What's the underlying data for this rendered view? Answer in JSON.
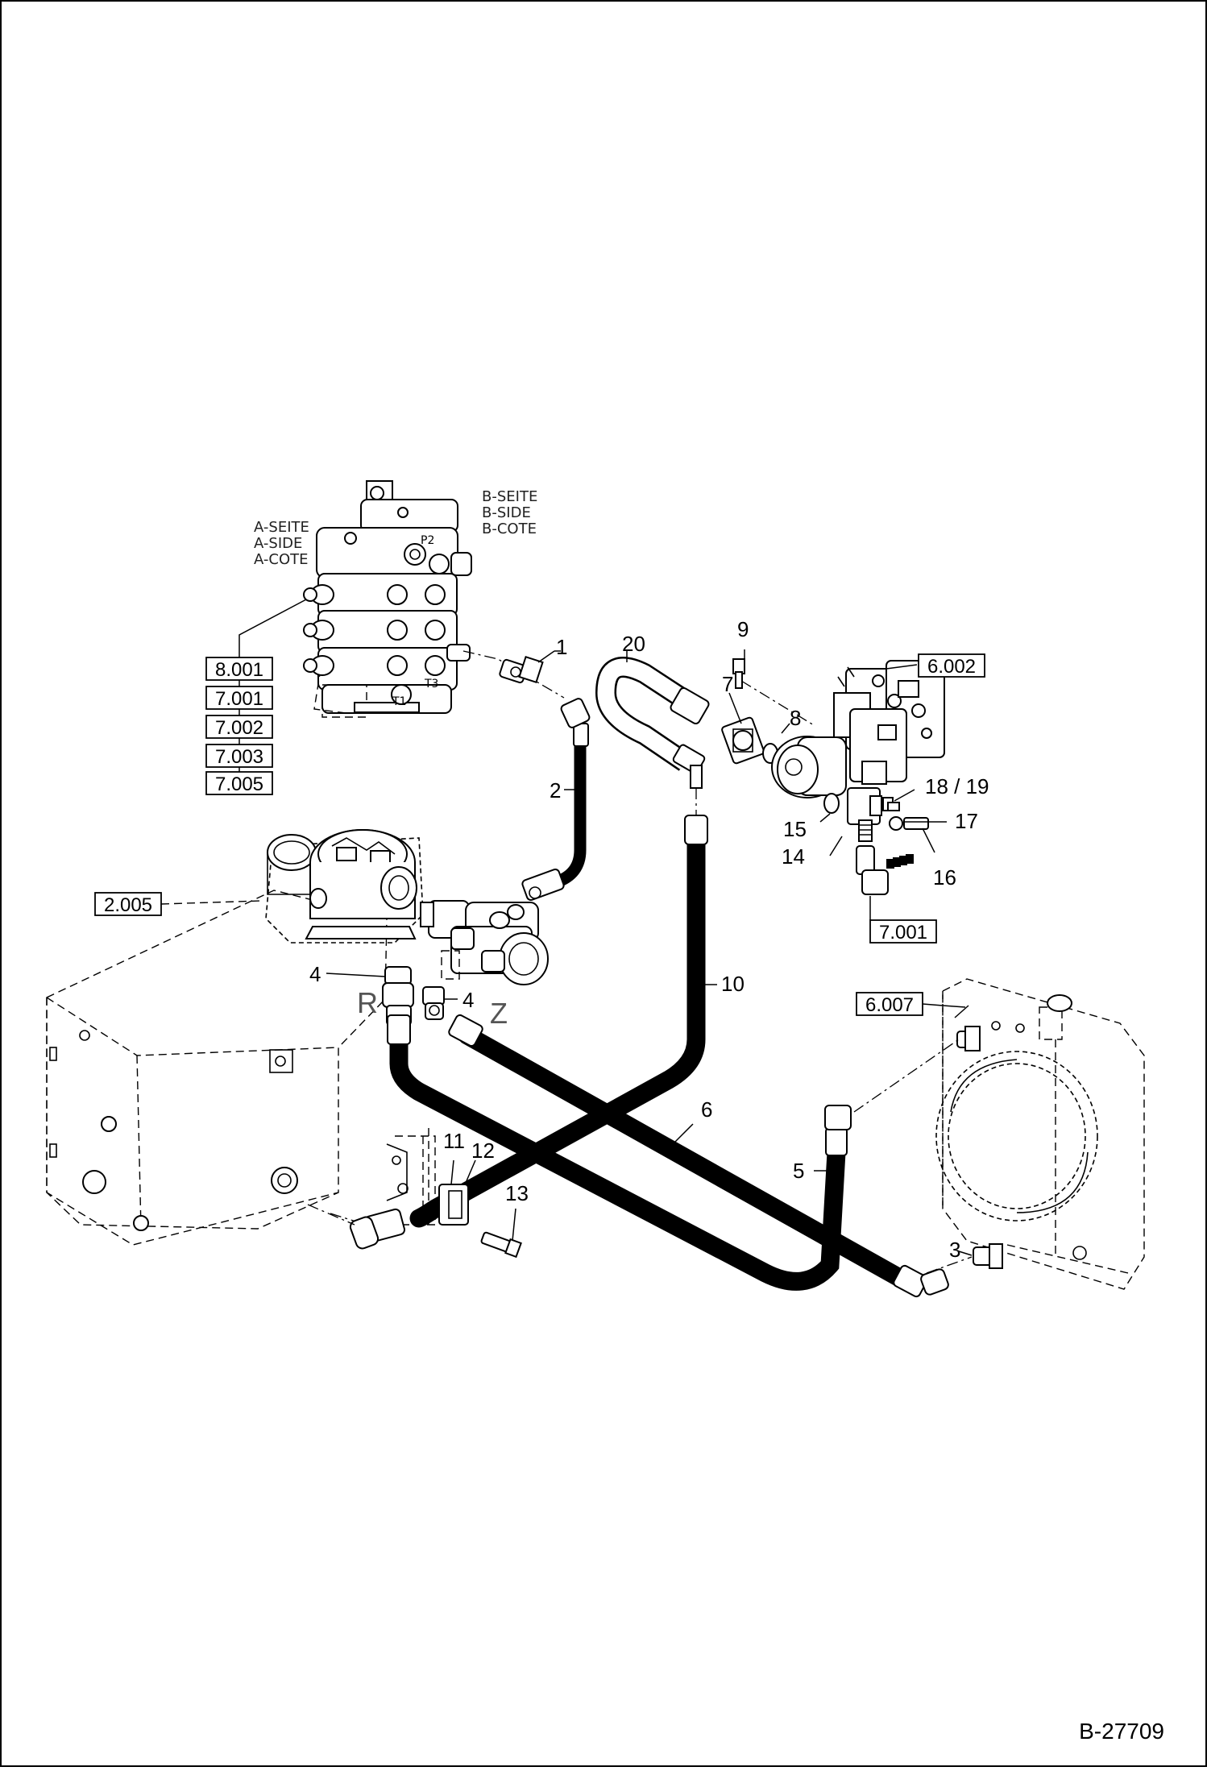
{
  "drawing": {
    "doc_number": "B-27709",
    "side_labels": {
      "a_side": [
        "A-SEITE",
        "A-SIDE",
        "A-COTE"
      ],
      "b_side": [
        "B-SEITE",
        "B-SIDE",
        "B-COTE"
      ]
    },
    "port_labels": {
      "p2": "P2",
      "t1": "T1",
      "t3": "T3"
    },
    "connection_labels": {
      "r": "R",
      "z": "Z"
    },
    "callouts": {
      "c1": "1",
      "c2": "2",
      "c3": "3",
      "c4a": "4",
      "c4b": "4",
      "c5": "5",
      "c6": "6",
      "c7": "7",
      "c8": "8",
      "c9": "9",
      "c10": "10",
      "c11": "11",
      "c12": "12",
      "c13": "13",
      "c14": "14",
      "c15": "15",
      "c16": "16",
      "c17": "17",
      "c18_19": "18 / 19",
      "c20": "20"
    },
    "references": {
      "valve_refs": [
        "8.001",
        "7.001",
        "7.002",
        "7.003",
        "7.005"
      ],
      "pump": "6.002",
      "tank": "2.005",
      "valve_block": "7.001",
      "cooler": "6.007"
    }
  }
}
